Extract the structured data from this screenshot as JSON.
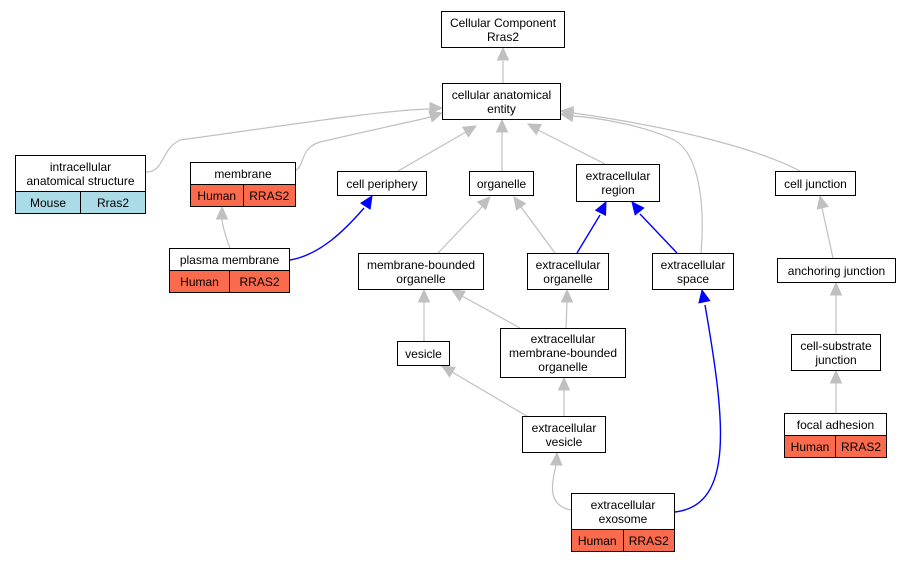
{
  "diagram": {
    "nodes": [
      {
        "id": "root",
        "label": "Cellular Component\nRras2"
      },
      {
        "id": "cae",
        "label": "cellular anatomical\nentity"
      },
      {
        "id": "ias",
        "label": "intracellular\nanatomical structure",
        "species": "Mouse",
        "gene": "Rras2",
        "assoc": "mouse"
      },
      {
        "id": "membrane",
        "label": "membrane",
        "species": "Human",
        "gene": "RRAS2",
        "assoc": "human"
      },
      {
        "id": "periphery",
        "label": "cell periphery"
      },
      {
        "id": "organelle",
        "label": "organelle"
      },
      {
        "id": "ecregion",
        "label": "extracellular\nregion"
      },
      {
        "id": "junction",
        "label": "cell junction"
      },
      {
        "id": "plasma",
        "label": "plasma membrane",
        "species": "Human",
        "gene": "RRAS2",
        "assoc": "human"
      },
      {
        "id": "mbo",
        "label": "membrane-bounded\norganelle"
      },
      {
        "id": "eco",
        "label": "extracellular\norganelle"
      },
      {
        "id": "ecspace",
        "label": "extracellular\nspace"
      },
      {
        "id": "anchoring",
        "label": "anchoring junction"
      },
      {
        "id": "vesicle",
        "label": "vesicle"
      },
      {
        "id": "ecmbo",
        "label": "extracellular\nmembrane-bounded\norganelle"
      },
      {
        "id": "csj",
        "label": "cell-substrate\njunction"
      },
      {
        "id": "ecves",
        "label": "extracellular\nvesicle"
      },
      {
        "id": "focal",
        "label": "focal adhesion",
        "species": "Human",
        "gene": "RRAS2",
        "assoc": "human"
      },
      {
        "id": "exosome",
        "label": "extracellular\nexosome",
        "species": "Human",
        "gene": "RRAS2",
        "assoc": "human"
      }
    ],
    "edges": [
      {
        "from": "cae",
        "to": "root",
        "kind": "is_a"
      },
      {
        "from": "ias",
        "to": "cae",
        "kind": "is_a"
      },
      {
        "from": "membrane",
        "to": "cae",
        "kind": "is_a"
      },
      {
        "from": "periphery",
        "to": "cae",
        "kind": "is_a"
      },
      {
        "from": "organelle",
        "to": "cae",
        "kind": "is_a"
      },
      {
        "from": "ecregion",
        "to": "cae",
        "kind": "is_a"
      },
      {
        "from": "ecspace",
        "to": "cae",
        "kind": "is_a"
      },
      {
        "from": "junction",
        "to": "cae",
        "kind": "is_a"
      },
      {
        "from": "plasma",
        "to": "membrane",
        "kind": "is_a"
      },
      {
        "from": "plasma",
        "to": "periphery",
        "kind": "part_of"
      },
      {
        "from": "mbo",
        "to": "organelle",
        "kind": "is_a"
      },
      {
        "from": "eco",
        "to": "organelle",
        "kind": "is_a"
      },
      {
        "from": "eco",
        "to": "ecregion",
        "kind": "part_of"
      },
      {
        "from": "ecspace",
        "to": "ecregion",
        "kind": "part_of"
      },
      {
        "from": "anchoring",
        "to": "junction",
        "kind": "is_a"
      },
      {
        "from": "vesicle",
        "to": "mbo",
        "kind": "is_a"
      },
      {
        "from": "ecmbo",
        "to": "mbo",
        "kind": "is_a"
      },
      {
        "from": "ecmbo",
        "to": "eco",
        "kind": "is_a"
      },
      {
        "from": "csj",
        "to": "anchoring",
        "kind": "is_a"
      },
      {
        "from": "ecves",
        "to": "vesicle",
        "kind": "is_a"
      },
      {
        "from": "ecves",
        "to": "ecmbo",
        "kind": "is_a"
      },
      {
        "from": "focal",
        "to": "csj",
        "kind": "is_a"
      },
      {
        "from": "exosome",
        "to": "ecves",
        "kind": "is_a"
      },
      {
        "from": "exosome",
        "to": "ecspace",
        "kind": "part_of"
      }
    ],
    "colors": {
      "is_a": "#c0c0c0",
      "part_of": "#0000ff",
      "human": "#fa6a4c",
      "mouse": "#aadbe6"
    }
  }
}
